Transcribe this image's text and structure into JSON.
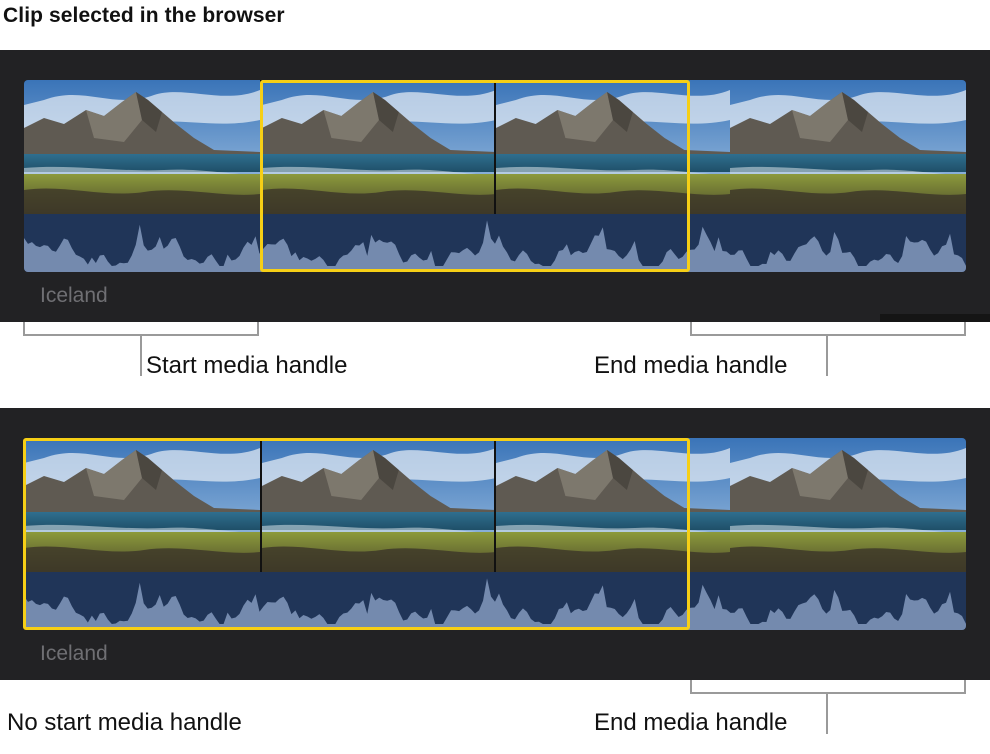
{
  "title": "Clip selected in the browser",
  "clip_name": "Iceland",
  "colors": {
    "panel_background": "#222224",
    "selection": "#f6cf16",
    "audio_waveform_background": "#203558",
    "audio_waveform": "#7d93b8",
    "bracket": "#9a9a9a"
  },
  "icons": {
    "thumbnail": "mountain-landscape-thumbnail",
    "audio": "audio-waveform"
  },
  "top_example": {
    "start_label": "Start media handle",
    "end_label": "End media handle"
  },
  "bottom_example": {
    "start_label": "No start media handle",
    "end_label": "End media handle"
  }
}
